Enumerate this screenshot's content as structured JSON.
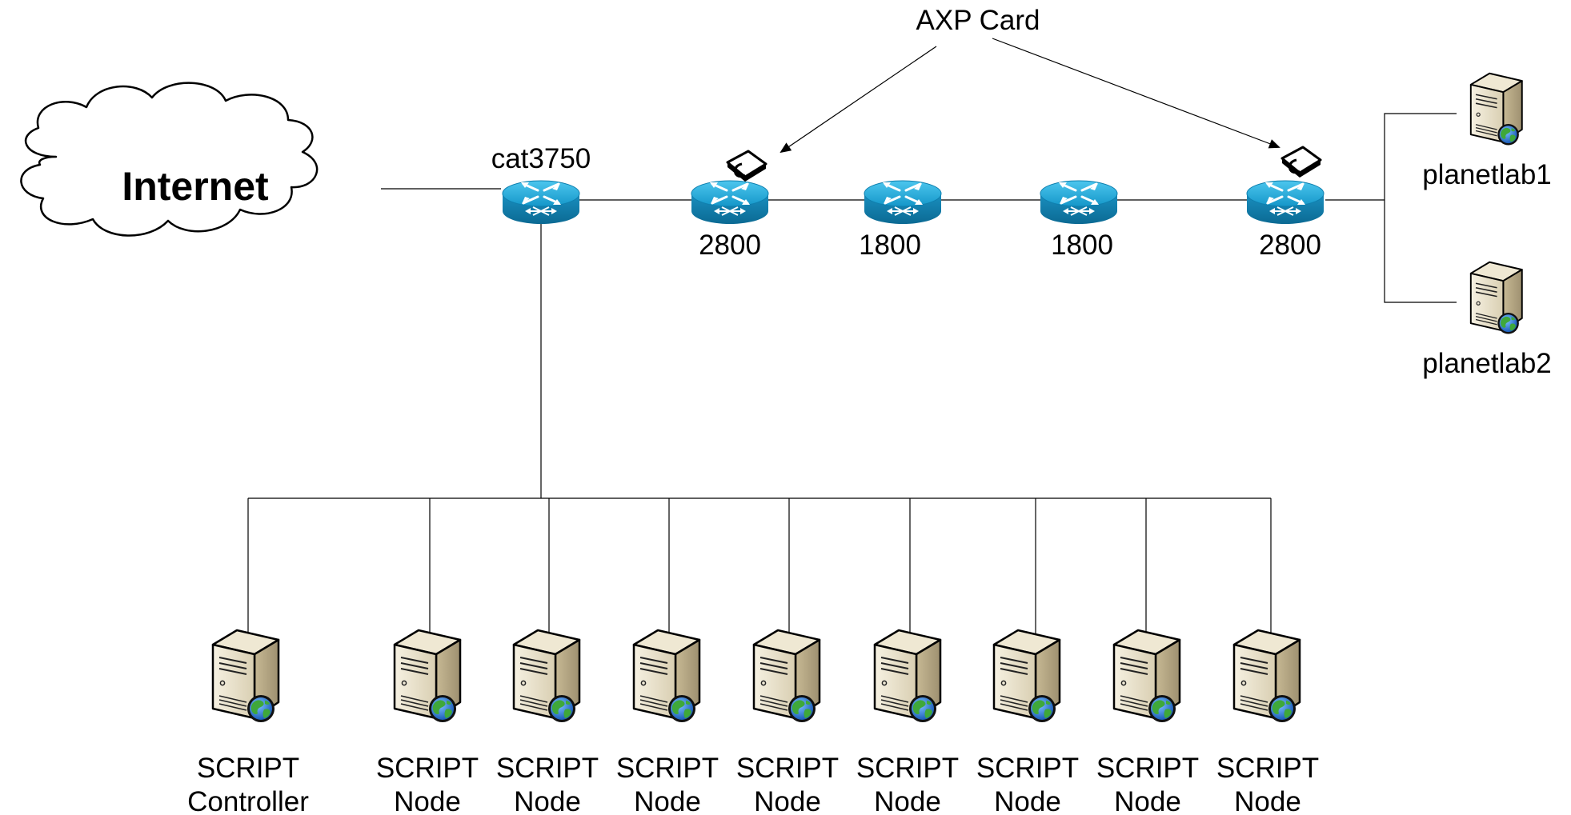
{
  "cloud": {
    "label": "Internet"
  },
  "annotation": {
    "label": "AXP Card"
  },
  "core_switch": {
    "label": "cat3750"
  },
  "routers": [
    {
      "label": "2800"
    },
    {
      "label": "1800"
    },
    {
      "label": "1800"
    },
    {
      "label": "2800"
    }
  ],
  "planetlab": [
    {
      "label": "planetlab1"
    },
    {
      "label": "planetlab2"
    }
  ],
  "script_servers": [
    {
      "line1": "SCRIPT",
      "line2": "Controller"
    },
    {
      "line1": "SCRIPT",
      "line2": "Node"
    },
    {
      "line1": "SCRIPT",
      "line2": "Node"
    },
    {
      "line1": "SCRIPT",
      "line2": "Node"
    },
    {
      "line1": "SCRIPT",
      "line2": "Node"
    },
    {
      "line1": "SCRIPT",
      "line2": "Node"
    },
    {
      "line1": "SCRIPT",
      "line2": "Node"
    },
    {
      "line1": "SCRIPT",
      "line2": "Node"
    },
    {
      "line1": "SCRIPT",
      "line2": "Node"
    }
  ],
  "colors": {
    "router_top": "#1aa6d6",
    "router_side": "#0a6f97",
    "server_body": "#e8e0c8",
    "server_shadow": "#b8ab8a",
    "globe": "#2a7fd4",
    "land": "#3fa83a"
  },
  "icons": [
    "cloud-icon",
    "router-icon",
    "switch-icon",
    "server-icon",
    "globe-icon",
    "axp-card-icon"
  ]
}
